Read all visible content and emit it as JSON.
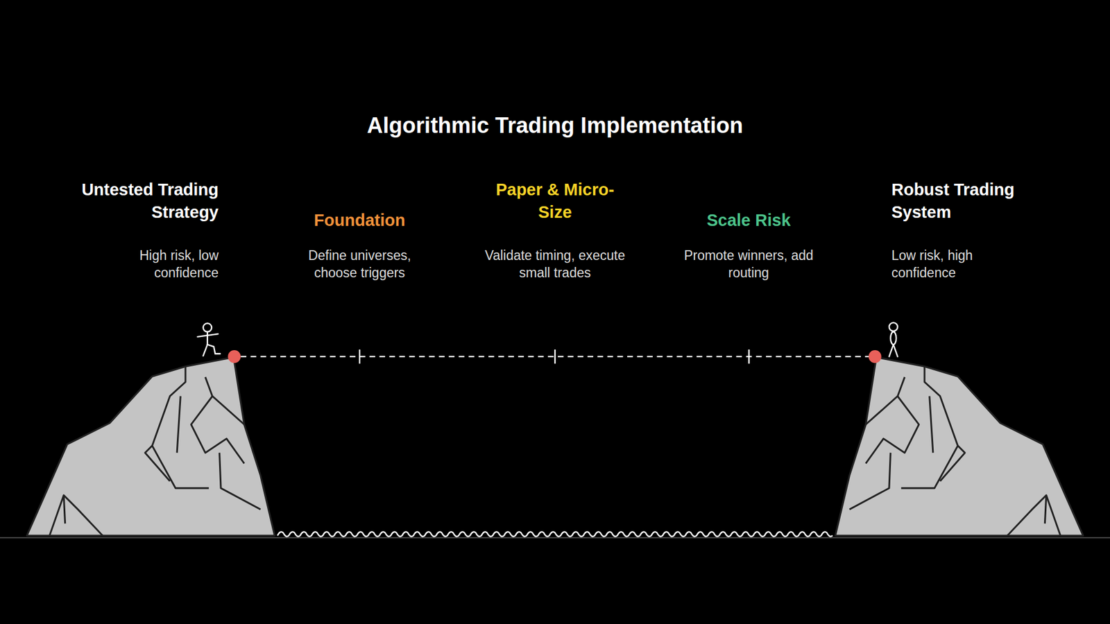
{
  "diagram": {
    "title": "Algorithmic Trading Implementation",
    "labels": [
      "Untested Trading Strategy",
      "High risk, low confidence",
      "Foundation",
      "Define universes, choose triggers",
      "Paper & Micro-Size",
      "Validate timing, execute small trades",
      "Scale Risk",
      "Promote winners, add routing",
      "Robust Trading System",
      "Low risk, high confidence"
    ]
  }
}
